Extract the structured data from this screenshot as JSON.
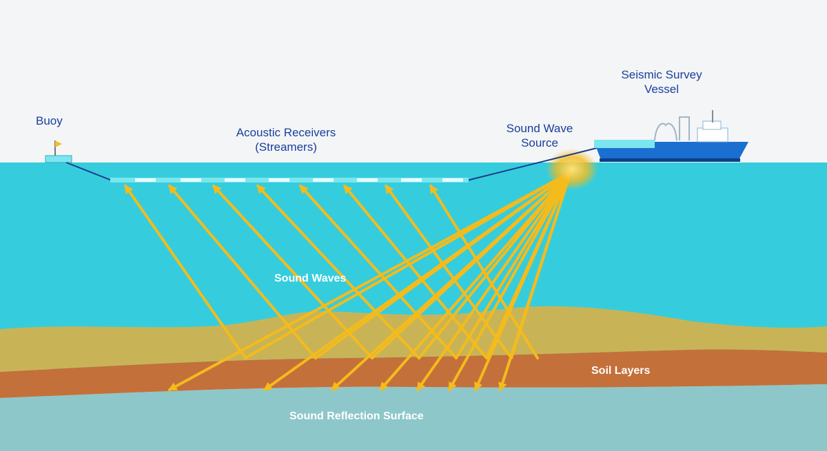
{
  "labels": {
    "buoy": "Buoy",
    "acoustic_receivers": "Acoustic Receivers",
    "streamers": "(Streamers)",
    "sound_wave": "Sound Wave",
    "source": "Source",
    "seismic_survey": "Seismic Survey",
    "vessel": "Vessel",
    "sound_waves": "Sound Waves",
    "soil_layers": "Soil Layers",
    "sound_reflection_surface": "Sound Reflection Surface"
  },
  "colors": {
    "sky": "#f3f5f6",
    "water": "#35cddd",
    "sand_layer": "#c8b456",
    "soil_layer": "#c4703a",
    "bedrock": "#8ec7c9",
    "ray": "#f4bb1d",
    "label_text": "#1b3e9c",
    "vessel_hull": "#1a6fd0",
    "streamer": "#7be6ee"
  }
}
